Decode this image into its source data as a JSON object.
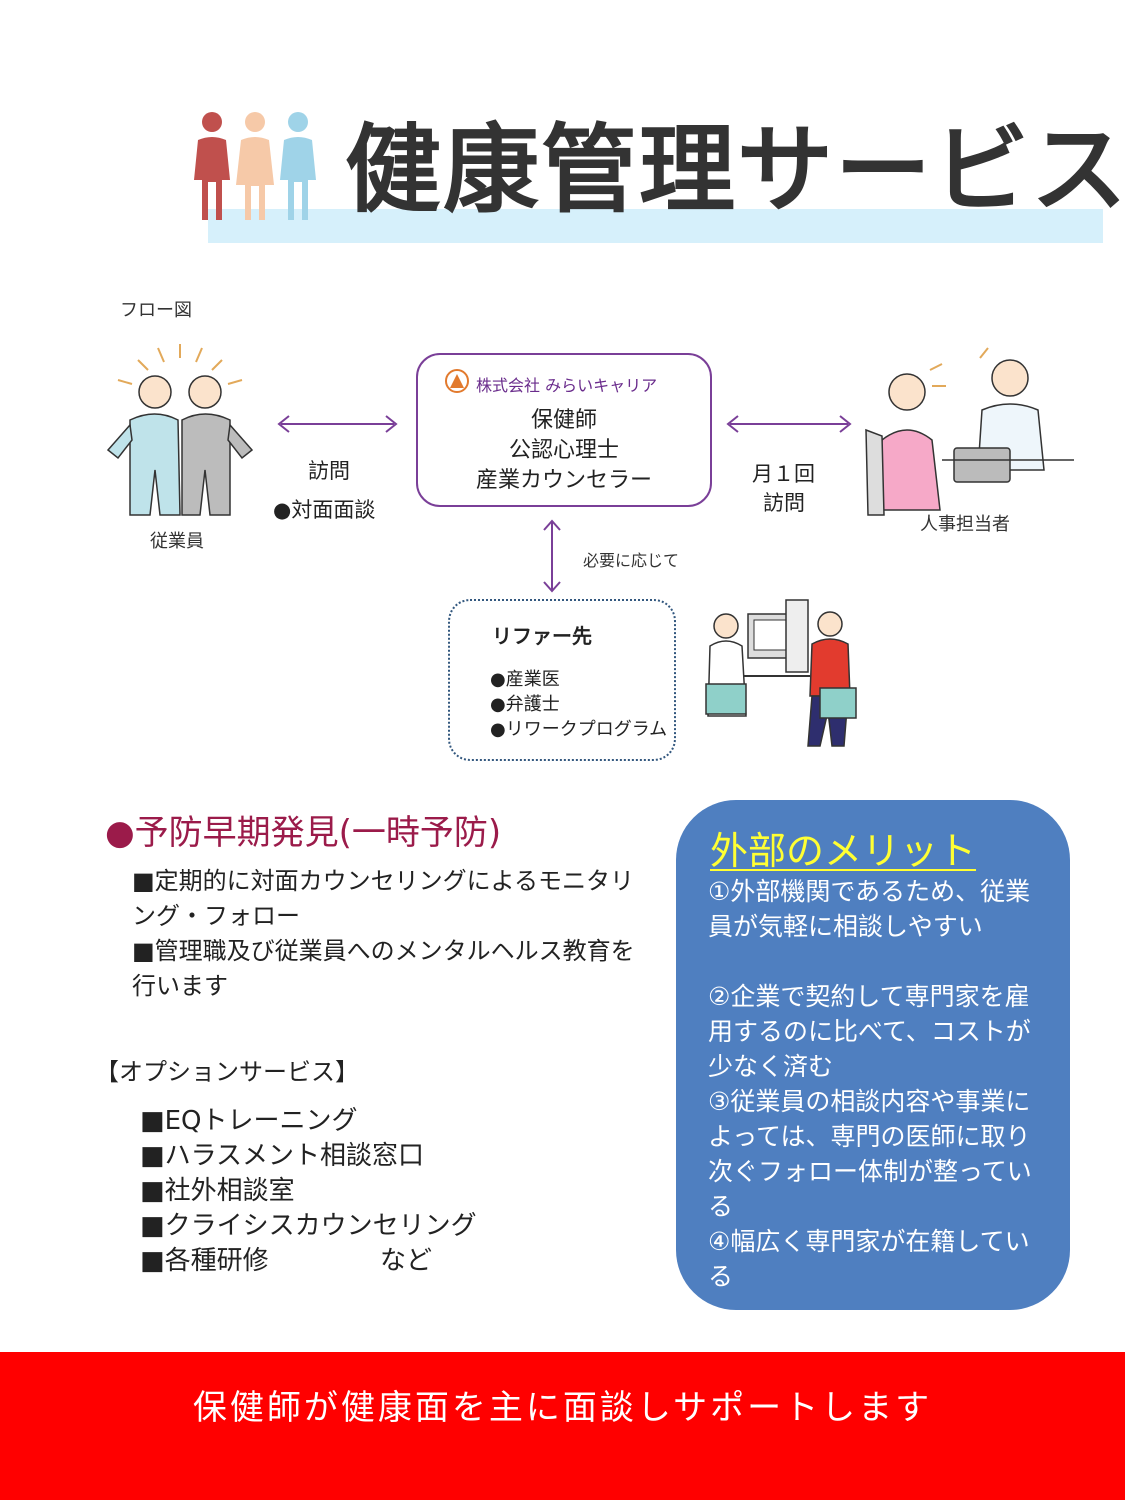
{
  "header": {
    "title": "健康管理サービス"
  },
  "flow": {
    "label": "フロー図",
    "employee_label": "従業員",
    "hr_label": "人事担当者",
    "left_link_label": "訪問",
    "left_link_item": "●対面面談",
    "right_link_line1": "月１回",
    "right_link_line2": "訪問",
    "down_link_label": "必要に応じて",
    "center": {
      "company": "株式会社 みらいキャリア",
      "lines": [
        "保健師",
        "公認心理士",
        "産業カウンセラー"
      ]
    },
    "referral": {
      "title": "リファー先",
      "items": [
        "●産業医",
        "●弁護士",
        "●リワークプログラム"
      ]
    }
  },
  "prevention": {
    "heading": "●予防早期発見(一時予防)",
    "items": [
      "■定期的に対面カウンセリングによるモニタリング・フォロー",
      "■管理職及び従業員へのメンタルヘルス教育を行います"
    ]
  },
  "options": {
    "heading": "【オプションサービス】",
    "items": [
      "■EQトレーニング",
      "■ハラスメント相談窓口",
      "■社外相談室",
      "■クライシスカウンセリング",
      "■各種研修"
    ],
    "suffix": "など"
  },
  "merit": {
    "title": "外部のメリット",
    "items": [
      "①外部機関であるため、従業員が気軽に相談しやすい",
      "②企業で契約して専門家を雇用するのに比べて、コストが少なく済む",
      "③従業員の相談内容や事業によっては、専門の医師に取り次ぐフォロー体制が整っている",
      "④幅広く専門家が在籍している"
    ]
  },
  "footer": {
    "text": "保健師が健康面を主に面談しサポートします"
  },
  "colors": {
    "accent_purple": "#7a3f98",
    "merit_blue": "#4f7fc0",
    "footer_red": "#ff0000",
    "heading_crimson": "#9b1b4a"
  }
}
